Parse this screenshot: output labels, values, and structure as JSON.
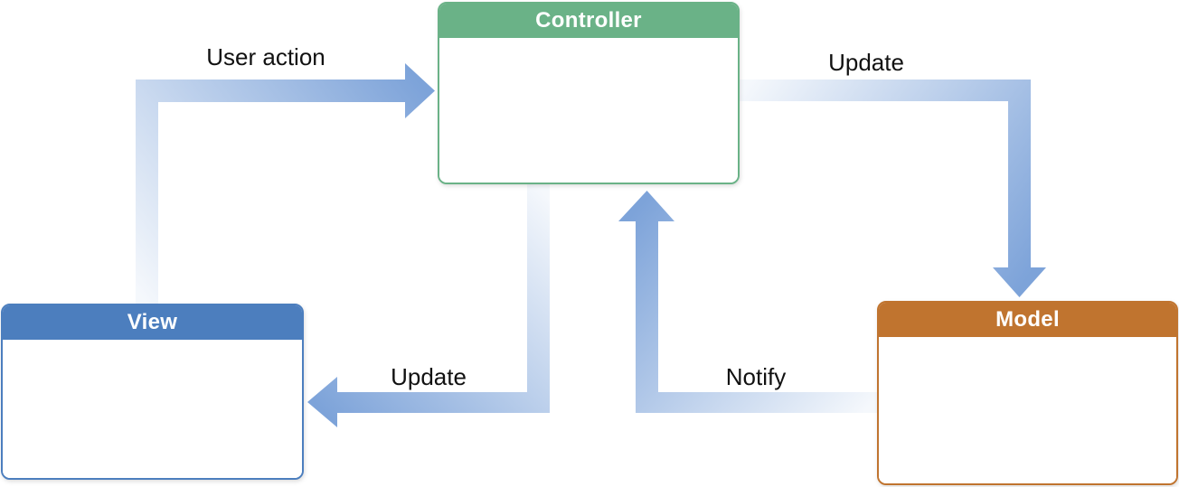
{
  "page": {
    "background_color": "#ffffff",
    "description": "MVC pattern flow diagram"
  },
  "diagram": {
    "type": "flow-diagram",
    "nodes": {
      "controller": {
        "label": "Controller",
        "color": "#6ab287"
      },
      "view": {
        "label": "View",
        "color": "#4c7ebe"
      },
      "model": {
        "label": "Model",
        "color": "#c0742f"
      }
    },
    "edges": [
      {
        "id": "user-action",
        "label": "User action",
        "from": "View",
        "to": "Controller"
      },
      {
        "id": "update-model",
        "label": "Update",
        "from": "Controller",
        "to": "Model"
      },
      {
        "id": "update-view",
        "label": "Update",
        "from": "Controller",
        "to": "View"
      },
      {
        "id": "notify",
        "label": "Notify",
        "from": "Model",
        "to": "Controller"
      }
    ],
    "arrow_style": {
      "tail_color": "#f5f8fc",
      "head_color": "#7da3d9"
    }
  }
}
